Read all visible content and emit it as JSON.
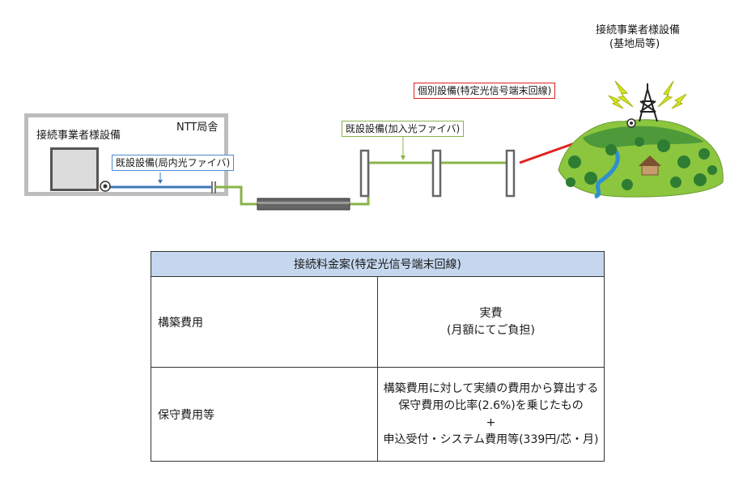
{
  "diagram": {
    "ntt_office": {
      "label": "NTT局舎",
      "operator_equipment_label": "接続事業者様設備",
      "inner_fiber_label": "既設設備(局内光ファイバ)"
    },
    "subscriber_fiber_label": "既設設備(加入光ファイバ)",
    "dedicated_line_label": "個別設備(特定光信号端末回線)",
    "base_station": {
      "title": "接続事業者様設備",
      "subtitle": "(基地局等)"
    },
    "colors": {
      "inner_fiber": "#3d78b8",
      "subscriber_fiber": "#8ab34a",
      "dedicated_line": "#e02020",
      "office_border": "#bdbdbd",
      "table_header": "#c5d7ee"
    }
  },
  "table": {
    "title": "接続料金案(特定光信号端末回線)",
    "rows": [
      {
        "label": "構築費用",
        "lines": [
          "実費",
          "(月額にてご負担)"
        ]
      },
      {
        "label": "保守費用等",
        "lines": [
          "構築費用に対して実績の費用から算出する",
          "保守費用の比率(2.6%)を乗じたもの",
          "+",
          "申込受付・システム費用等(339円/芯・月)"
        ]
      }
    ]
  }
}
